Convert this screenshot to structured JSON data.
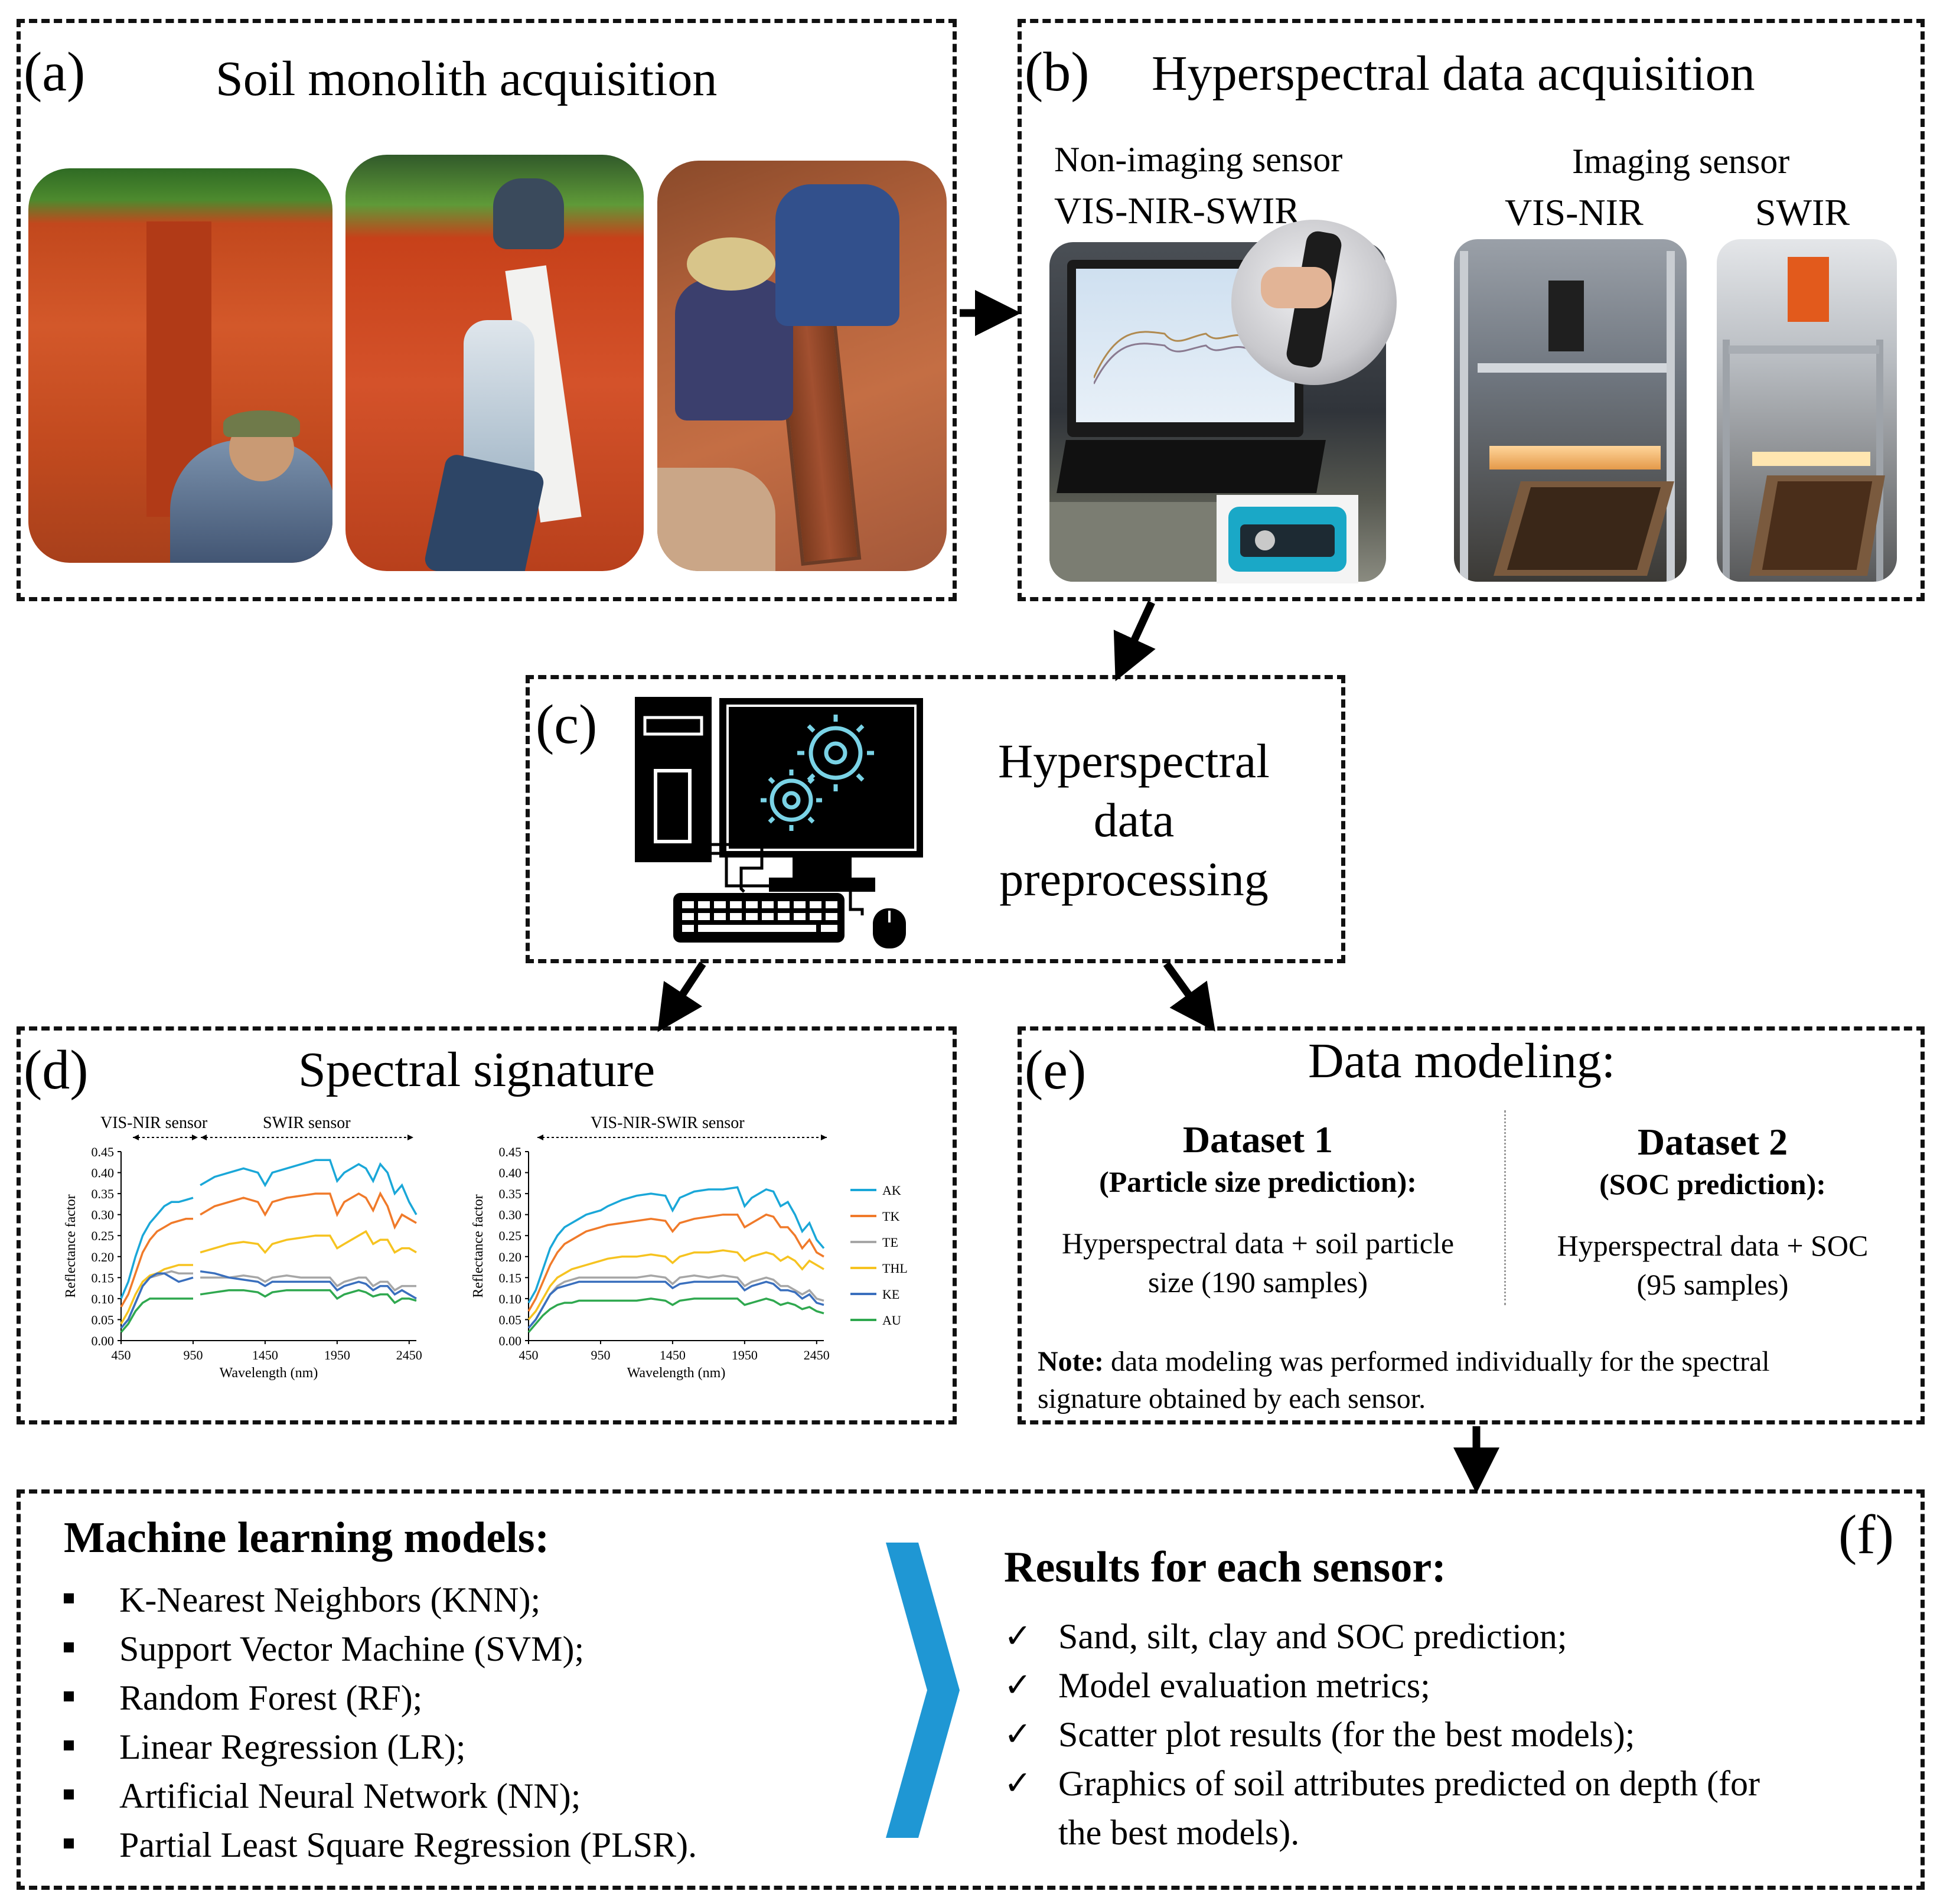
{
  "panel_a": {
    "letter": "(a)",
    "title": "Soil monolith acquisition"
  },
  "panel_b": {
    "letter": "(b)",
    "title": "Hyperspectral data acquisition",
    "non_imaging": "Non-imaging sensor",
    "non_imaging_type": "VIS-NIR-SWIR",
    "imaging": "Imaging sensor",
    "imaging_vis": "VIS-NIR",
    "imaging_swir": "SWIR"
  },
  "panel_c": {
    "letter": "(c)",
    "line1": "Hyperspectral",
    "line2": "data",
    "line3": "preprocessing"
  },
  "panel_d": {
    "letter": "(d)",
    "title": "Spectral signature",
    "vis_nir_sensor": "VIS-NIR sensor",
    "swir_sensor": "SWIR sensor",
    "full_sensor": "VIS-NIR-SWIR sensor"
  },
  "panel_e": {
    "letter": "(e)",
    "title": "Data modeling:",
    "ds1_title": "Dataset 1",
    "ds1_sub": "(Particle size prediction):",
    "ds1_line1": "Hyperspectral data + soil particle",
    "ds1_line2": "size (190 samples)",
    "ds2_title": "Dataset 2",
    "ds2_sub": "(SOC prediction):",
    "ds2_line1": "Hyperspectral data + SOC",
    "ds2_line2": "(95 samples)",
    "note_label": "Note:",
    "note_line1": "data modeling was performed individually for the spectral",
    "note_line2": "signature obtained by each sensor."
  },
  "panel_f": {
    "letter": "(f)",
    "ml_title": "Machine learning models:",
    "models": [
      "K-Nearest Neighbors (KNN);",
      "Support Vector Machine (SVM);",
      "Random Forest (RF);",
      "Linear Regression (LR);",
      "Artificial Neural Network (NN);",
      "Partial Least Square Regression (PLSR)."
    ],
    "results_title": "Results for each sensor:",
    "results": [
      "Sand, silt, clay and SOC prediction;",
      "Model evaluation metrics;",
      "Scatter plot results (for the best models);",
      "Graphics of soil attributes predicted on depth (for",
      "the best models)."
    ]
  },
  "icons": {
    "check": "✓",
    "chevron": "chevron-right-icon",
    "gears": "gears-icon"
  },
  "colors": {
    "AK": "#1aa7d8",
    "TK": "#f07a2a",
    "TE": "#a6a6a6",
    "THL": "#f6c320",
    "KE": "#3a6fbd",
    "AU": "#2fa84f",
    "chevron": "#1f97d4"
  },
  "chart_data": [
    {
      "type": "line",
      "xlabel": "Wavelength (nm)",
      "ylabel": "Reflectance factor",
      "xlim": [
        450,
        2500
      ],
      "ylim": [
        0,
        0.45
      ],
      "xticks": [
        450,
        950,
        1450,
        1950,
        2450
      ],
      "yticks": [
        "0.00",
        "0.05",
        "0.10",
        "0.15",
        "0.20",
        "0.25",
        "0.30",
        "0.35",
        "0.40",
        "0.45"
      ],
      "segments": [
        [
          450,
          950
        ],
        [
          1000,
          2500
        ]
      ],
      "x": [
        450,
        500,
        550,
        600,
        650,
        700,
        750,
        800,
        850,
        900,
        950,
        1000,
        1100,
        1200,
        1300,
        1400,
        1450,
        1500,
        1600,
        1700,
        1800,
        1900,
        1950,
        2000,
        2100,
        2150,
        2200,
        2250,
        2300,
        2350,
        2400,
        2450,
        2500
      ],
      "series": [
        {
          "name": "AK",
          "values": [
            0.1,
            0.14,
            0.2,
            0.25,
            0.28,
            0.3,
            0.32,
            0.33,
            0.33,
            0.335,
            0.34,
            0.37,
            0.39,
            0.4,
            0.41,
            0.4,
            0.37,
            0.4,
            0.41,
            0.42,
            0.43,
            0.43,
            0.38,
            0.4,
            0.42,
            0.41,
            0.38,
            0.42,
            0.4,
            0.35,
            0.37,
            0.33,
            0.3
          ]
        },
        {
          "name": "TK",
          "values": [
            0.08,
            0.11,
            0.16,
            0.21,
            0.24,
            0.26,
            0.27,
            0.28,
            0.285,
            0.29,
            0.29,
            0.3,
            0.32,
            0.33,
            0.34,
            0.33,
            0.3,
            0.33,
            0.34,
            0.345,
            0.35,
            0.35,
            0.3,
            0.33,
            0.35,
            0.34,
            0.31,
            0.35,
            0.32,
            0.27,
            0.3,
            0.29,
            0.28
          ]
        },
        {
          "name": "TE",
          "values": [
            0.03,
            0.05,
            0.09,
            0.13,
            0.15,
            0.155,
            0.16,
            0.165,
            0.16,
            0.16,
            0.16,
            0.15,
            0.15,
            0.15,
            0.155,
            0.15,
            0.14,
            0.15,
            0.155,
            0.15,
            0.15,
            0.15,
            0.13,
            0.14,
            0.15,
            0.15,
            0.13,
            0.14,
            0.14,
            0.12,
            0.13,
            0.13,
            0.13
          ]
        },
        {
          "name": "THL",
          "values": [
            0.04,
            0.07,
            0.11,
            0.14,
            0.155,
            0.16,
            0.17,
            0.175,
            0.18,
            0.18,
            0.18,
            0.21,
            0.22,
            0.23,
            0.235,
            0.23,
            0.21,
            0.23,
            0.24,
            0.245,
            0.25,
            0.25,
            0.22,
            0.23,
            0.25,
            0.26,
            0.23,
            0.24,
            0.24,
            0.21,
            0.22,
            0.22,
            0.21
          ]
        },
        {
          "name": "KE",
          "values": [
            0.03,
            0.05,
            0.09,
            0.13,
            0.15,
            0.16,
            0.16,
            0.15,
            0.14,
            0.145,
            0.15,
            0.165,
            0.16,
            0.15,
            0.145,
            0.14,
            0.13,
            0.14,
            0.14,
            0.14,
            0.14,
            0.14,
            0.12,
            0.13,
            0.14,
            0.135,
            0.12,
            0.13,
            0.13,
            0.11,
            0.12,
            0.11,
            0.1
          ]
        },
        {
          "name": "AU",
          "values": [
            0.02,
            0.04,
            0.07,
            0.09,
            0.1,
            0.1,
            0.1,
            0.1,
            0.1,
            0.1,
            0.1,
            0.11,
            0.115,
            0.12,
            0.12,
            0.115,
            0.105,
            0.115,
            0.12,
            0.12,
            0.12,
            0.12,
            0.1,
            0.11,
            0.12,
            0.115,
            0.105,
            0.11,
            0.11,
            0.09,
            0.1,
            0.1,
            0.095
          ]
        }
      ]
    },
    {
      "type": "line",
      "xlabel": "Wavelength (nm)",
      "ylabel": "Reflectance factor",
      "xlim": [
        450,
        2500
      ],
      "ylim": [
        0,
        0.45
      ],
      "xticks": [
        450,
        950,
        1450,
        1950,
        2450
      ],
      "yticks": [
        "0.00",
        "0.05",
        "0.10",
        "0.15",
        "0.20",
        "0.25",
        "0.30",
        "0.35",
        "0.40",
        "0.45"
      ],
      "legend": "right",
      "segments": [
        [
          450,
          2500
        ]
      ],
      "x": [
        450,
        500,
        550,
        600,
        650,
        700,
        750,
        800,
        850,
        900,
        950,
        1000,
        1100,
        1200,
        1300,
        1400,
        1450,
        1500,
        1600,
        1700,
        1800,
        1900,
        1950,
        2000,
        2100,
        2150,
        2200,
        2250,
        2300,
        2350,
        2400,
        2450,
        2500
      ],
      "series": [
        {
          "name": "AK",
          "values": [
            0.09,
            0.12,
            0.17,
            0.22,
            0.25,
            0.27,
            0.28,
            0.29,
            0.3,
            0.305,
            0.31,
            0.32,
            0.335,
            0.345,
            0.35,
            0.345,
            0.31,
            0.34,
            0.355,
            0.36,
            0.36,
            0.365,
            0.32,
            0.34,
            0.36,
            0.355,
            0.32,
            0.33,
            0.3,
            0.26,
            0.28,
            0.24,
            0.22
          ]
        },
        {
          "name": "TK",
          "values": [
            0.07,
            0.1,
            0.14,
            0.18,
            0.21,
            0.23,
            0.24,
            0.25,
            0.26,
            0.265,
            0.27,
            0.275,
            0.28,
            0.285,
            0.29,
            0.285,
            0.26,
            0.28,
            0.29,
            0.295,
            0.3,
            0.3,
            0.27,
            0.28,
            0.3,
            0.295,
            0.27,
            0.27,
            0.25,
            0.22,
            0.24,
            0.21,
            0.2
          ]
        },
        {
          "name": "TE",
          "values": [
            0.03,
            0.05,
            0.08,
            0.11,
            0.13,
            0.14,
            0.145,
            0.15,
            0.15,
            0.15,
            0.15,
            0.15,
            0.15,
            0.15,
            0.155,
            0.15,
            0.135,
            0.15,
            0.155,
            0.15,
            0.155,
            0.15,
            0.13,
            0.14,
            0.15,
            0.145,
            0.13,
            0.13,
            0.12,
            0.11,
            0.12,
            0.1,
            0.095
          ]
        },
        {
          "name": "THL",
          "values": [
            0.05,
            0.07,
            0.1,
            0.13,
            0.15,
            0.16,
            0.17,
            0.175,
            0.18,
            0.185,
            0.19,
            0.195,
            0.2,
            0.2,
            0.205,
            0.2,
            0.185,
            0.2,
            0.21,
            0.21,
            0.215,
            0.21,
            0.19,
            0.2,
            0.21,
            0.205,
            0.19,
            0.2,
            0.19,
            0.17,
            0.19,
            0.18,
            0.17
          ]
        },
        {
          "name": "KE",
          "values": [
            0.03,
            0.05,
            0.08,
            0.11,
            0.125,
            0.13,
            0.135,
            0.14,
            0.14,
            0.14,
            0.14,
            0.14,
            0.14,
            0.14,
            0.14,
            0.14,
            0.125,
            0.135,
            0.14,
            0.14,
            0.14,
            0.14,
            0.12,
            0.13,
            0.14,
            0.135,
            0.12,
            0.12,
            0.115,
            0.1,
            0.11,
            0.09,
            0.085
          ]
        },
        {
          "name": "AU",
          "values": [
            0.02,
            0.04,
            0.06,
            0.075,
            0.085,
            0.09,
            0.09,
            0.095,
            0.095,
            0.095,
            0.095,
            0.095,
            0.095,
            0.095,
            0.1,
            0.095,
            0.085,
            0.095,
            0.1,
            0.1,
            0.1,
            0.1,
            0.085,
            0.09,
            0.1,
            0.095,
            0.085,
            0.09,
            0.085,
            0.075,
            0.08,
            0.07,
            0.065
          ]
        }
      ]
    }
  ]
}
